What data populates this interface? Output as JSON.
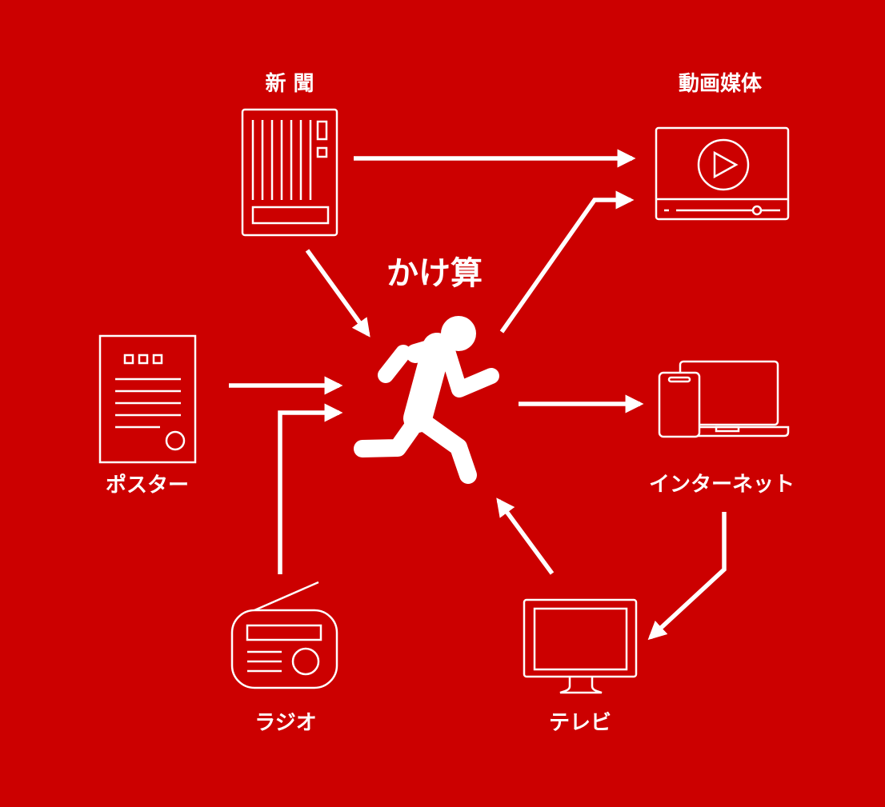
{
  "colors": {
    "background": "#CC0000",
    "foreground": "#FFFFFF"
  },
  "center": {
    "label": "かけ算",
    "icon": "running-person-icon"
  },
  "nodes": {
    "newspaper": {
      "label": "新 聞",
      "icon": "newspaper-icon"
    },
    "video": {
      "label": "動画媒体",
      "icon": "video-player-icon"
    },
    "poster": {
      "label": "ポスター",
      "icon": "poster-icon"
    },
    "internet": {
      "label": "インターネット",
      "icon": "laptop-phone-icon"
    },
    "radio": {
      "label": "ラジオ",
      "icon": "radio-icon"
    },
    "tv": {
      "label": "テレビ",
      "icon": "television-icon"
    }
  }
}
